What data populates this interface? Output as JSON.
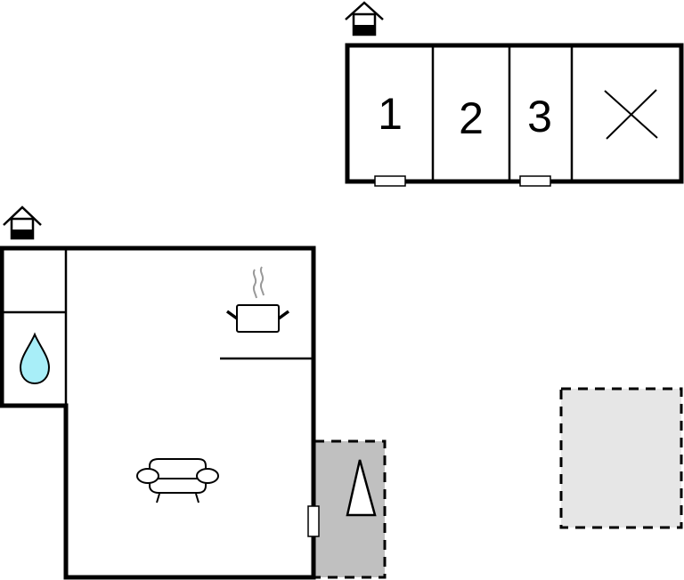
{
  "diagram": {
    "type": "floor-plan",
    "colors": {
      "wall": "#000000",
      "background": "#ffffff",
      "terrace": "#c0c0c0",
      "outdoor_area": "#e6e6e6",
      "water": "#a8eef8",
      "steam": "#999999"
    },
    "upper_building": {
      "icon": "house-level-icon",
      "rooms": [
        {
          "id": "room-1",
          "label": "1",
          "type": "bedroom"
        },
        {
          "id": "room-2",
          "label": "2",
          "type": "bedroom"
        },
        {
          "id": "room-3",
          "label": "3",
          "type": "bedroom"
        },
        {
          "id": "room-x",
          "label": "",
          "type": "inaccessible",
          "icon": "cross-icon"
        }
      ],
      "windows": 2
    },
    "lower_building": {
      "icon": "house-level-icon",
      "rooms": [
        {
          "id": "storage",
          "label": "",
          "type": "small-room"
        },
        {
          "id": "bathroom",
          "label": "",
          "type": "bathroom",
          "icon": "water-drop-icon"
        },
        {
          "id": "kitchen",
          "label": "",
          "type": "kitchen",
          "icon": "cooking-pot-icon"
        },
        {
          "id": "living",
          "label": "",
          "type": "living-room",
          "icon": "sofa-icon"
        }
      ],
      "windows": 1
    },
    "terrace": {
      "type": "terrace",
      "icon": "tree-icon"
    },
    "outdoor_area": {
      "type": "outdoor-area"
    }
  }
}
